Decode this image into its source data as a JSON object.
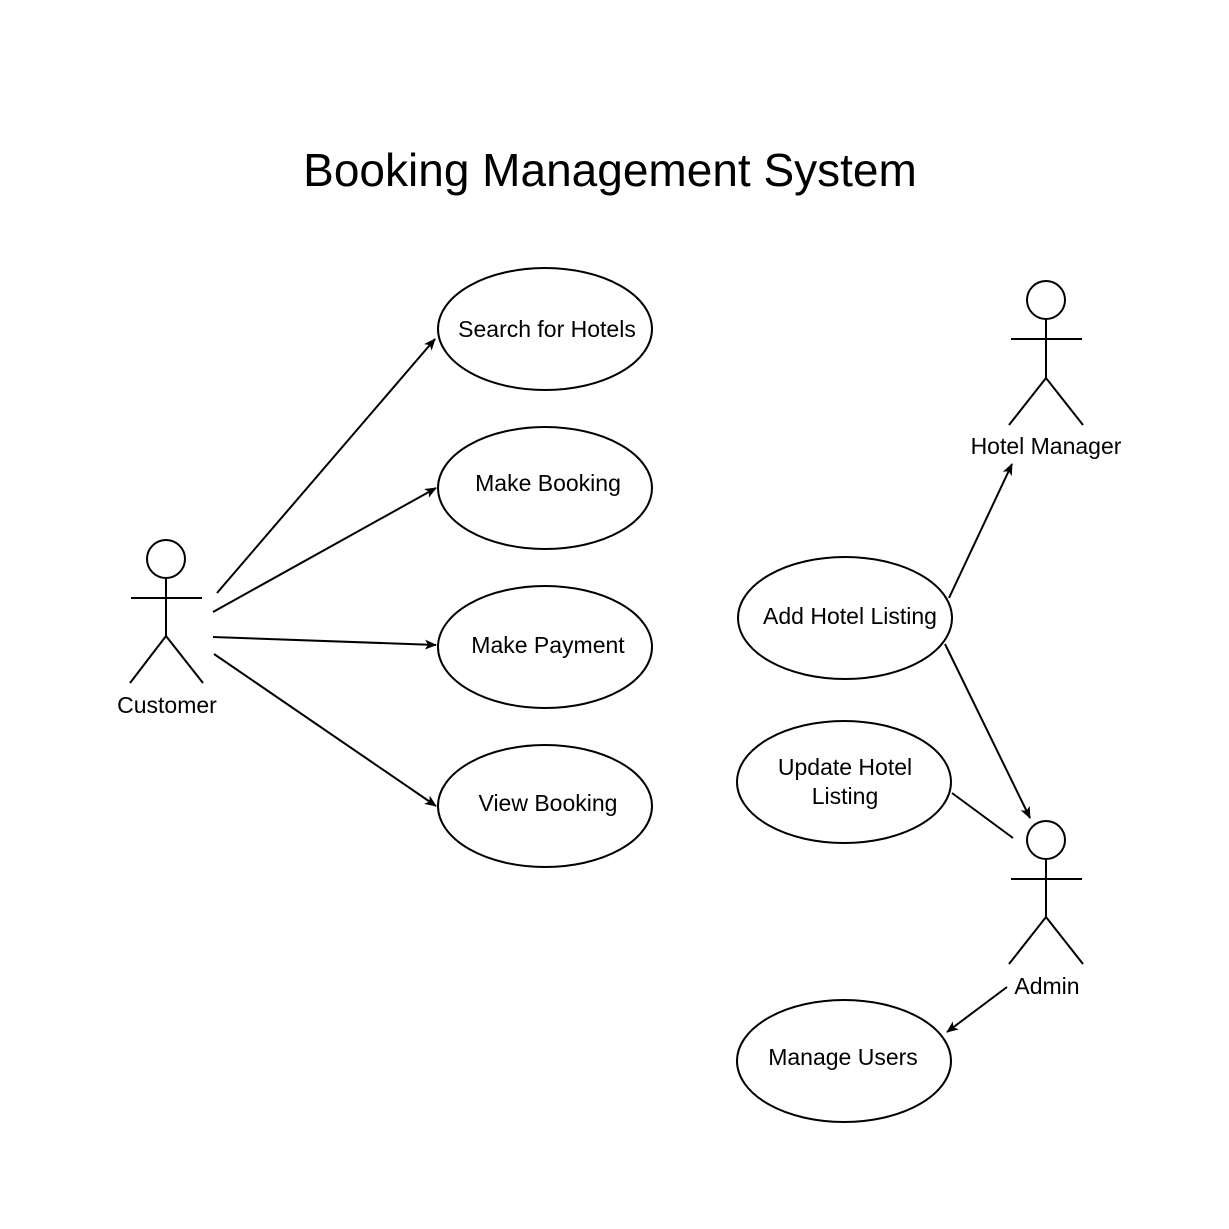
{
  "title": "Booking Management System",
  "actors": {
    "customer": "Customer",
    "hotel_manager": "Hotel Manager",
    "admin": "Admin"
  },
  "use_cases": {
    "search_hotels": "Search for Hotels",
    "make_booking": "Make Booking",
    "make_payment": "Make Payment",
    "view_booking": "View Booking",
    "add_listing": "Add Hotel Listing",
    "update_listing_line1": "Update Hotel",
    "update_listing_line2": "Listing",
    "manage_users": "Manage Users"
  }
}
